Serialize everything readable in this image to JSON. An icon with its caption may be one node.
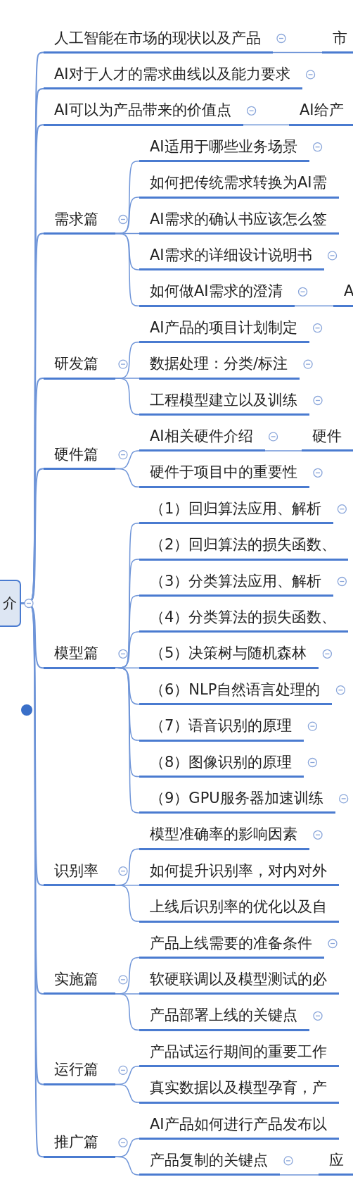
{
  "diagram": {
    "nodes": [
      {
        "text": [
          "介"
        ]
      },
      {
        "text": [
          "人工智能在市场的现状以及产品"
        ]
      },
      {
        "text": [
          "市"
        ]
      },
      {
        "text": [
          "AI对于人才的需求曲线以及能力要求"
        ]
      },
      {
        "text": [
          "AI可以为产品带来的价值点"
        ]
      },
      {
        "text": [
          "AI给产"
        ]
      },
      {
        "text": [
          "需求篇"
        ]
      },
      {
        "text": [
          "AI适用于哪些业务场景"
        ]
      },
      {
        "text": [
          "如何把传统需求转换为AI需"
        ]
      },
      {
        "text": [
          "AI需求的确认书应该怎么签"
        ]
      },
      {
        "text": [
          "AI需求的详细设计说明书"
        ]
      },
      {
        "text": [
          "如何做AI需求的澄清"
        ]
      },
      {
        "text": [
          "A"
        ]
      },
      {
        "text": [
          "研发篇"
        ]
      },
      {
        "text": [
          "AI产品的项目计划制定"
        ]
      },
      {
        "text": [
          "数据处理：分类/标注"
        ]
      },
      {
        "text": [
          "工程模型建立以及训练"
        ]
      },
      {
        "text": [
          "硬件篇"
        ]
      },
      {
        "text": [
          "AI相关硬件介绍"
        ]
      },
      {
        "text": [
          "硬件"
        ]
      },
      {
        "text": [
          "硬件于项目中的重要性"
        ]
      },
      {
        "text": [
          "模型篇"
        ]
      },
      {
        "text": [
          "（1）回归算法应用、解析"
        ]
      },
      {
        "text": [
          "（2）回归算法的损失函数、"
        ]
      },
      {
        "text": [
          "（3）分类算法应用、解析"
        ]
      },
      {
        "text": [
          "（4）分类算法的损失函数、"
        ]
      },
      {
        "text": [
          "（5）决策树与随机森林"
        ]
      },
      {
        "text": [
          "（6）NLP自然语言处理的"
        ]
      },
      {
        "text": [
          "（7）语音识别的原理"
        ]
      },
      {
        "text": [
          "（8）图像识别的原理"
        ]
      },
      {
        "text": [
          "（9）GPU服务器加速训练"
        ]
      },
      {
        "text": [
          "识别率"
        ]
      },
      {
        "text": [
          "模型准确率的影响因素"
        ]
      },
      {
        "text": [
          "如何提升识别率，对内对外"
        ]
      },
      {
        "text": [
          "上线后识别率的优化以及自"
        ]
      },
      {
        "text": [
          "实施篇"
        ]
      },
      {
        "text": [
          "产品上线需要的准备条件"
        ]
      },
      {
        "text": [
          "软硬联调以及模型测试的必"
        ]
      },
      {
        "text": [
          "产品部署上线的关键点"
        ]
      },
      {
        "text": [
          "运行篇"
        ]
      },
      {
        "text": [
          "产品试运行期间的重要工作"
        ]
      },
      {
        "text": [
          "真实数据以及模型孕育，产"
        ]
      },
      {
        "text": [
          "推广篇"
        ]
      },
      {
        "text": [
          "AI产品如何进行产品发布以"
        ]
      },
      {
        "text": [
          "产品复制的关键点"
        ]
      },
      {
        "text": [
          "应"
        ]
      }
    ],
    "edges": [
      {
        "from": 0,
        "to": 1,
        "arrow": "none"
      },
      {
        "from": 1,
        "to": 2,
        "arrow": "none"
      },
      {
        "from": 0,
        "to": 3,
        "arrow": "none"
      },
      {
        "from": 0,
        "to": 4,
        "arrow": "none"
      },
      {
        "from": 4,
        "to": 5,
        "arrow": "none"
      },
      {
        "from": 0,
        "to": 6,
        "arrow": "none"
      },
      {
        "from": 6,
        "to": 7,
        "arrow": "none"
      },
      {
        "from": 6,
        "to": 8,
        "arrow": "none"
      },
      {
        "from": 6,
        "to": 9,
        "arrow": "none"
      },
      {
        "from": 6,
        "to": 10,
        "arrow": "none"
      },
      {
        "from": 6,
        "to": 11,
        "arrow": "none"
      },
      {
        "from": 11,
        "to": 12,
        "arrow": "none"
      },
      {
        "from": 0,
        "to": 13,
        "arrow": "none"
      },
      {
        "from": 13,
        "to": 14,
        "arrow": "none"
      },
      {
        "from": 13,
        "to": 15,
        "arrow": "none"
      },
      {
        "from": 13,
        "to": 16,
        "arrow": "none"
      },
      {
        "from": 0,
        "to": 17,
        "arrow": "none"
      },
      {
        "from": 17,
        "to": 18,
        "arrow": "none"
      },
      {
        "from": 18,
        "to": 19,
        "arrow": "none"
      },
      {
        "from": 17,
        "to": 20,
        "arrow": "none"
      },
      {
        "from": 0,
        "to": 21,
        "arrow": "none"
      },
      {
        "from": 21,
        "to": 22,
        "arrow": "none"
      },
      {
        "from": 21,
        "to": 23,
        "arrow": "none"
      },
      {
        "from": 21,
        "to": 24,
        "arrow": "none"
      },
      {
        "from": 21,
        "to": 25,
        "arrow": "none"
      },
      {
        "from": 21,
        "to": 26,
        "arrow": "none"
      },
      {
        "from": 21,
        "to": 27,
        "arrow": "none"
      },
      {
        "from": 21,
        "to": 28,
        "arrow": "none"
      },
      {
        "from": 21,
        "to": 29,
        "arrow": "none"
      },
      {
        "from": 21,
        "to": 30,
        "arrow": "none"
      },
      {
        "from": 0,
        "to": 31,
        "arrow": "none"
      },
      {
        "from": 31,
        "to": 32,
        "arrow": "none"
      },
      {
        "from": 31,
        "to": 33,
        "arrow": "none"
      },
      {
        "from": 31,
        "to": 34,
        "arrow": "none"
      },
      {
        "from": 0,
        "to": 35,
        "arrow": "none"
      },
      {
        "from": 35,
        "to": 36,
        "arrow": "none"
      },
      {
        "from": 35,
        "to": 37,
        "arrow": "none"
      },
      {
        "from": 35,
        "to": 38,
        "arrow": "none"
      },
      {
        "from": 0,
        "to": 39,
        "arrow": "none"
      },
      {
        "from": 39,
        "to": 40,
        "arrow": "none"
      },
      {
        "from": 39,
        "to": 41,
        "arrow": "none"
      },
      {
        "from": 0,
        "to": 42,
        "arrow": "none"
      },
      {
        "from": 42,
        "to": 43,
        "arrow": "none"
      },
      {
        "from": 42,
        "to": 44,
        "arrow": "none"
      },
      {
        "from": 44,
        "to": 45,
        "arrow": "none"
      }
    ]
  }
}
